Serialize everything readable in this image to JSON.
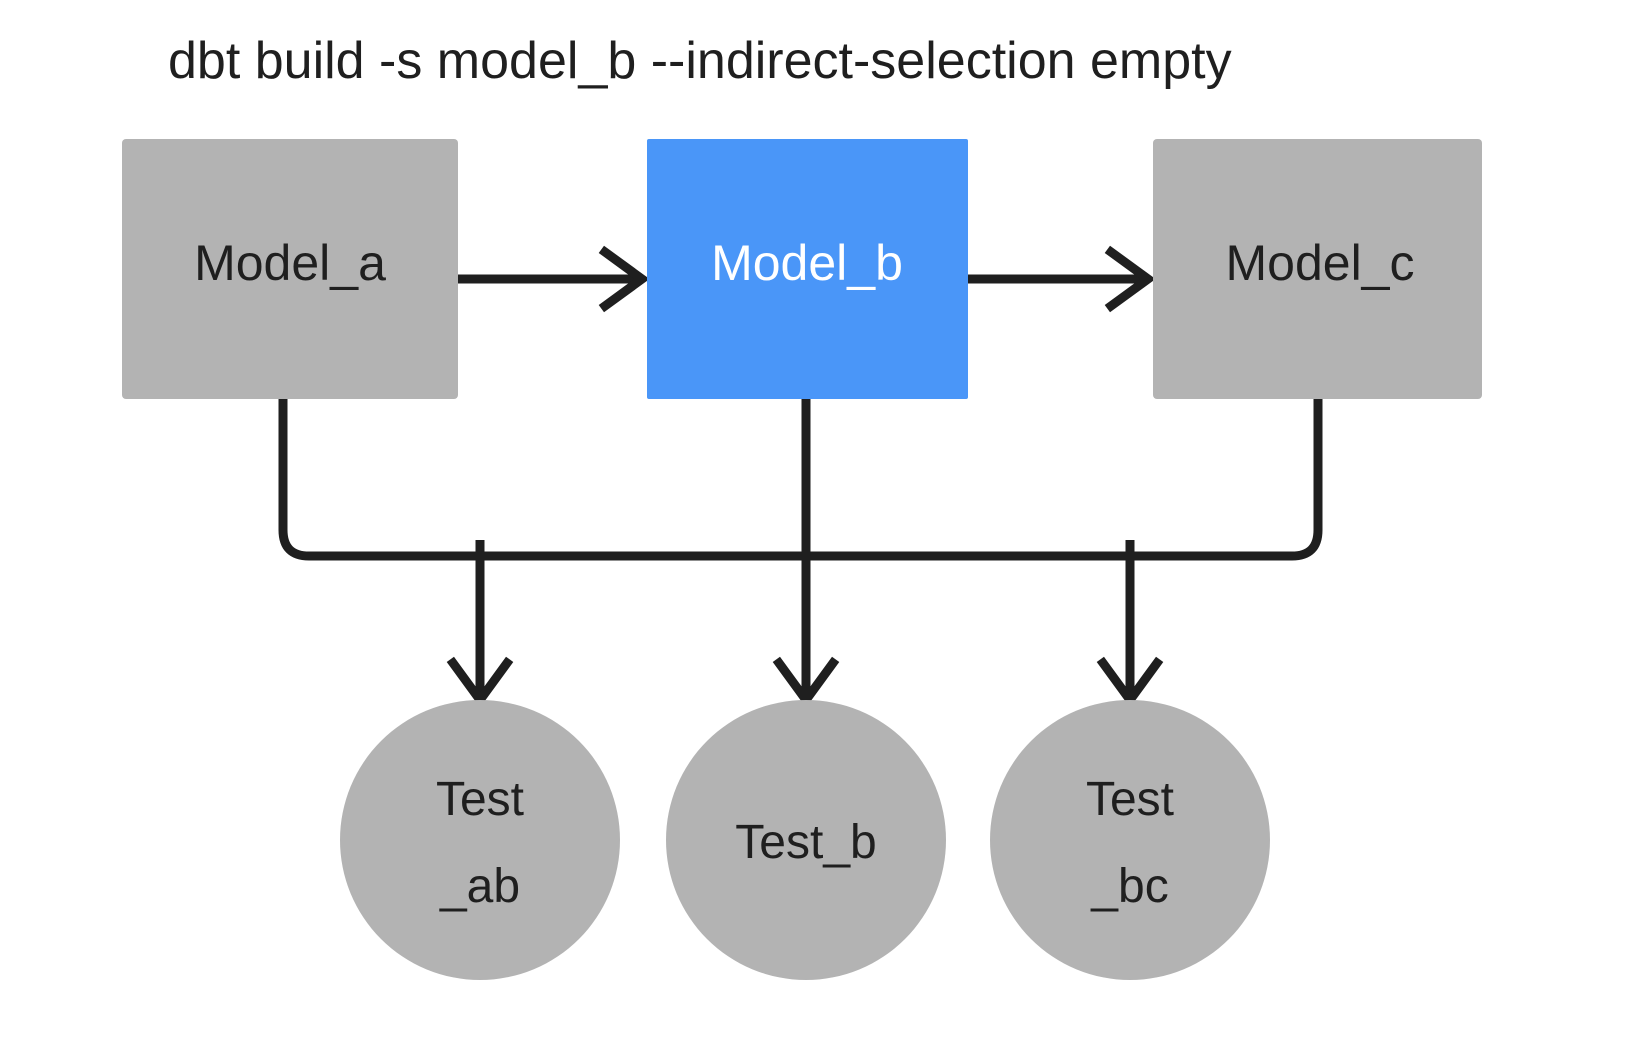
{
  "diagram": {
    "title": "dbt build -s model_b --indirect-selection empty",
    "background_color": "#ffffff",
    "edge_color": "#1f1f1f",
    "colors": {
      "node_default": "#b3b3b3",
      "node_selected": "#4a96f8",
      "text_dark": "#1f1f1f",
      "text_light": "#ffffff"
    },
    "models": [
      {
        "id": "model_a",
        "label": "Model_a",
        "shape": "rect",
        "fill": "#b3b3b3",
        "text_color": "#1f1f1f",
        "selected": false
      },
      {
        "id": "model_b",
        "label": "Model_b",
        "shape": "rect",
        "fill": "#4a96f8",
        "text_color": "#ffffff",
        "selected": true
      },
      {
        "id": "model_c",
        "label": "Model_c",
        "shape": "rect",
        "fill": "#b3b3b3",
        "text_color": "#1f1f1f",
        "selected": false
      }
    ],
    "tests": [
      {
        "id": "test_ab",
        "label_line1": "Test",
        "label_line2": "_ab",
        "shape": "circle",
        "fill": "#b3b3b3",
        "text_color": "#1f1f1f"
      },
      {
        "id": "test_b",
        "label_line1": "Test_b",
        "label_line2": "",
        "shape": "circle",
        "fill": "#b3b3b3",
        "text_color": "#1f1f1f"
      },
      {
        "id": "test_bc",
        "label_line1": "Test",
        "label_line2": "_bc",
        "shape": "circle",
        "fill": "#b3b3b3",
        "text_color": "#1f1f1f"
      }
    ],
    "edges": [
      {
        "id": "edge-model-a-to-model-b",
        "from": "model_a",
        "to": "model_b"
      },
      {
        "id": "edge-model-b-to-model-c",
        "from": "model_b",
        "to": "model_c"
      },
      {
        "id": "edge-model-a-to-test-ab",
        "from": "model_a",
        "to": "test_ab"
      },
      {
        "id": "edge-model-b-to-test-ab",
        "from": "model_b",
        "to": "test_ab"
      },
      {
        "id": "edge-model-b-to-test-b",
        "from": "model_b",
        "to": "test_b"
      },
      {
        "id": "edge-model-b-to-test-bc",
        "from": "model_b",
        "to": "test_bc"
      },
      {
        "id": "edge-model-c-to-test-bc",
        "from": "model_c",
        "to": "test_bc"
      }
    ]
  }
}
